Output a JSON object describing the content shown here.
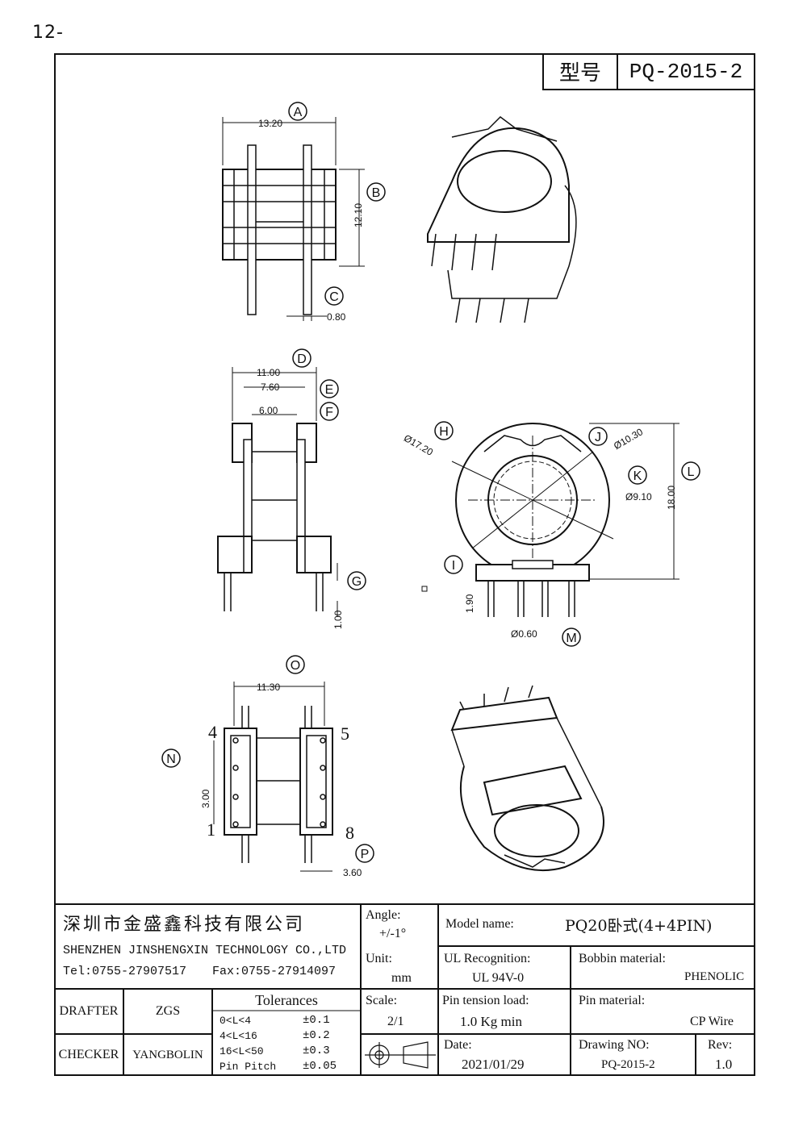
{
  "page_marker": "12-",
  "model_box": {
    "label": "型号",
    "value": "PQ-2015-2"
  },
  "dimensions": {
    "A": "13.20",
    "B": "12.10",
    "C": "0.80",
    "D": "11.00",
    "E": "7.60",
    "F": "6.00",
    "G": "1.00",
    "H": "Ø17.20",
    "J": "Ø10.30",
    "K": "Ø9.10",
    "L": "18.00",
    "I": "1.90",
    "M": "Ø0.60",
    "O": "11.30",
    "N": "3.00",
    "P": "3.60"
  },
  "callouts": [
    "A",
    "B",
    "C",
    "D",
    "E",
    "F",
    "G",
    "H",
    "J",
    "K",
    "L",
    "I",
    "M",
    "O",
    "N",
    "P"
  ],
  "pin_numbers": {
    "tl": "4",
    "tr": "5",
    "bl": "1",
    "br": "8"
  },
  "title_block": {
    "company_cn": "深圳市金盛鑫科技有限公司",
    "company_en": "SHENZHEN JINSHENGXIN TECHNOLOGY CO.,LTD",
    "tel": "Tel:0755-27907517",
    "fax": "Fax:0755-27914097",
    "drafter_label": "DRAFTER",
    "drafter": "ZGS",
    "checker_label": "CHECKER",
    "checker": "YANGBOLIN",
    "tolerances_title": "Tolerances",
    "tolerances": [
      {
        "range": "0<L<4",
        "value": "±0.1"
      },
      {
        "range": "4<L<16",
        "value": "±0.2"
      },
      {
        "range": "16<L<50",
        "value": "±0.3"
      },
      {
        "range": "Pin Pitch",
        "value": "±0.05"
      }
    ],
    "angle_label": "Angle:",
    "angle": "+/-1°",
    "unit_label": "Unit:",
    "unit": "mm",
    "scale_label": "Scale:",
    "scale": "2/1",
    "model_label": "Model name:",
    "model": "PQ20卧式(4+4PIN)",
    "ul_label": "UL Recognition:",
    "ul": "UL 94V-0",
    "bobbin_label": "Bobbin material:",
    "bobbin": "PHENOLIC",
    "tension_label": "Pin tension load:",
    "tension": "1.0 Kg min",
    "pin_mat_label": "Pin material:",
    "pin_mat": "CP Wire",
    "date_label": "Date:",
    "date": "2021/01/29",
    "drawing_label": "Drawing NO:",
    "drawing": "PQ-2015-2",
    "rev_label": "Rev:",
    "rev": "1.0"
  }
}
